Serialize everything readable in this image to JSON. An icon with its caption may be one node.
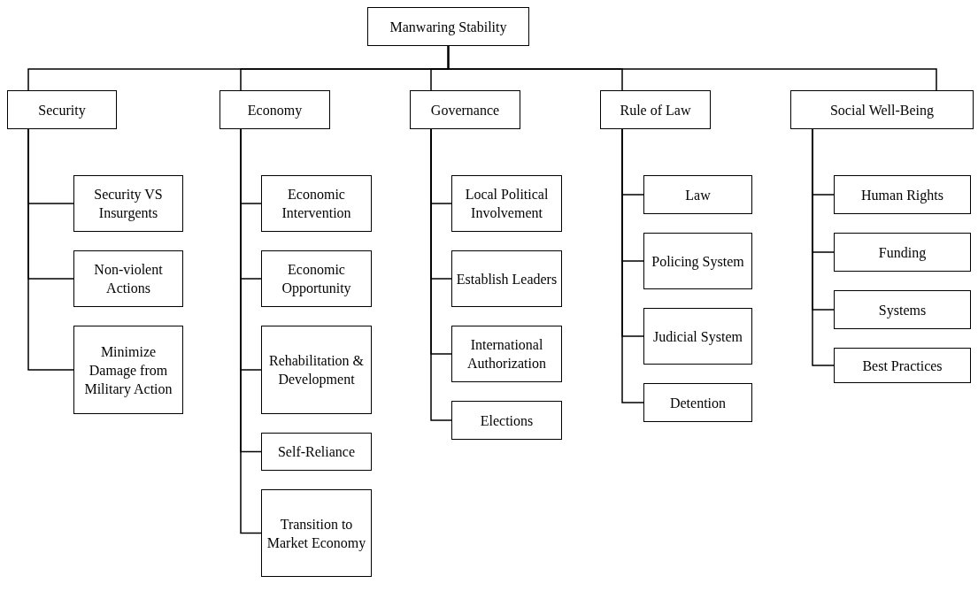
{
  "diagram": {
    "nodes": [
      {
        "text": [
          "Manwaring Stability"
        ]
      },
      {
        "text": [
          "Security"
        ]
      },
      {
        "text": [
          "Economy"
        ]
      },
      {
        "text": [
          "Governance"
        ]
      },
      {
        "text": [
          "Rule of Law"
        ]
      },
      {
        "text": [
          "Social Well-Being"
        ]
      },
      {
        "text": [
          "Security VS Insurgents"
        ]
      },
      {
        "text": [
          "Non-violent Actions"
        ]
      },
      {
        "text": [
          "Minimize Damage from Military Action"
        ]
      },
      {
        "text": [
          "Economic Intervention"
        ]
      },
      {
        "text": [
          "Economic Opportunity"
        ]
      },
      {
        "text": [
          "Rehabilitation & Development"
        ]
      },
      {
        "text": [
          "Self-Reliance"
        ]
      },
      {
        "text": [
          "Transition to Market Economy"
        ]
      },
      {
        "text": [
          "Local Political Involvement"
        ]
      },
      {
        "text": [
          "Establish Leaders"
        ]
      },
      {
        "text": [
          "International Authorization"
        ]
      },
      {
        "text": [
          "Elections"
        ]
      },
      {
        "text": [
          "Law"
        ]
      },
      {
        "text": [
          "Policing System"
        ]
      },
      {
        "text": [
          "Judicial System"
        ]
      },
      {
        "text": [
          "Detention"
        ]
      },
      {
        "text": [
          "Human Rights"
        ]
      },
      {
        "text": [
          "Funding"
        ]
      },
      {
        "text": [
          "Systems"
        ]
      },
      {
        "text": [
          "Best Practices"
        ]
      }
    ],
    "edges": [
      {
        "from": 0,
        "to": 1,
        "arrow": "none"
      },
      {
        "from": 0,
        "to": 2,
        "arrow": "none"
      },
      {
        "from": 0,
        "to": 3,
        "arrow": "none"
      },
      {
        "from": 0,
        "to": 4,
        "arrow": "none"
      },
      {
        "from": 0,
        "to": 5,
        "arrow": "none"
      },
      {
        "from": 1,
        "to": 6,
        "arrow": "none"
      },
      {
        "from": 1,
        "to": 7,
        "arrow": "none"
      },
      {
        "from": 1,
        "to": 8,
        "arrow": "none"
      },
      {
        "from": 2,
        "to": 9,
        "arrow": "none"
      },
      {
        "from": 2,
        "to": 10,
        "arrow": "none"
      },
      {
        "from": 2,
        "to": 11,
        "arrow": "none"
      },
      {
        "from": 2,
        "to": 12,
        "arrow": "none"
      },
      {
        "from": 2,
        "to": 13,
        "arrow": "none"
      },
      {
        "from": 3,
        "to": 14,
        "arrow": "none"
      },
      {
        "from": 3,
        "to": 15,
        "arrow": "none"
      },
      {
        "from": 3,
        "to": 16,
        "arrow": "none"
      },
      {
        "from": 3,
        "to": 17,
        "arrow": "none"
      },
      {
        "from": 4,
        "to": 18,
        "arrow": "none"
      },
      {
        "from": 4,
        "to": 19,
        "arrow": "none"
      },
      {
        "from": 4,
        "to": 20,
        "arrow": "none"
      },
      {
        "from": 4,
        "to": 21,
        "arrow": "none"
      },
      {
        "from": 5,
        "to": 22,
        "arrow": "none"
      },
      {
        "from": 5,
        "to": 23,
        "arrow": "none"
      },
      {
        "from": 5,
        "to": 24,
        "arrow": "none"
      },
      {
        "from": 5,
        "to": 25,
        "arrow": "none"
      }
    ]
  }
}
